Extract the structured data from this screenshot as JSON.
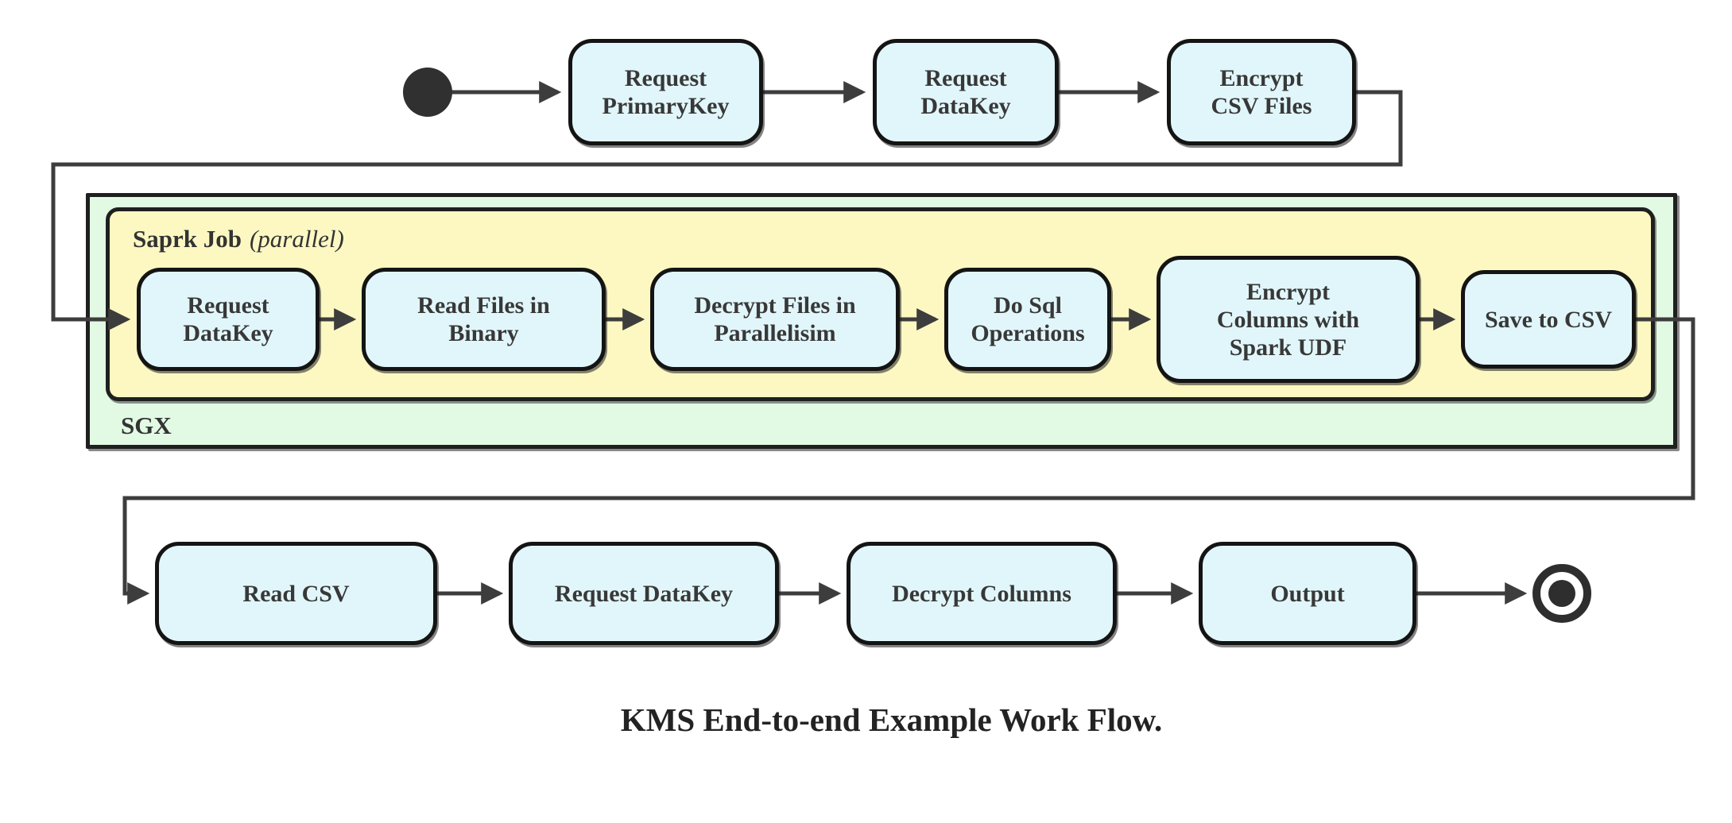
{
  "diagram": {
    "caption": "KMS End-to-end Example Work Flow.",
    "containers": {
      "sgx_label": "SGX",
      "spark_job_title": "Saprk Job",
      "spark_job_qualifier": "(parallel)"
    },
    "top_row": {
      "request_primarykey": "Request\nPrimaryKey",
      "request_datakey": "Request\nDataKey",
      "encrypt_csv_files": "Encrypt\nCSV Files"
    },
    "spark_row": {
      "request_datakey": "Request\nDataKey",
      "read_files_in_binary": "Read Files in\nBinary",
      "decrypt_files_in_parallelisim": "Decrypt Files in\nParallelisim",
      "do_sql_operations": "Do Sql\nOperations",
      "encrypt_columns_with_spark_udf": "Encrypt\nColumns with\nSpark UDF",
      "save_to_csv": "Save to CSV"
    },
    "bottom_row": {
      "read_csv": "Read CSV",
      "request_datakey": "Request DataKey",
      "decrypt_columns": "Decrypt Columns",
      "output": "Output"
    },
    "colors": {
      "node_fill": "#e1f6fa",
      "spark_container_fill": "#fdf8c2",
      "sgx_container_fill": "#e2fae4",
      "border": "#1a1a1a",
      "edge": "#3d3d3d",
      "text": "#383838"
    }
  }
}
